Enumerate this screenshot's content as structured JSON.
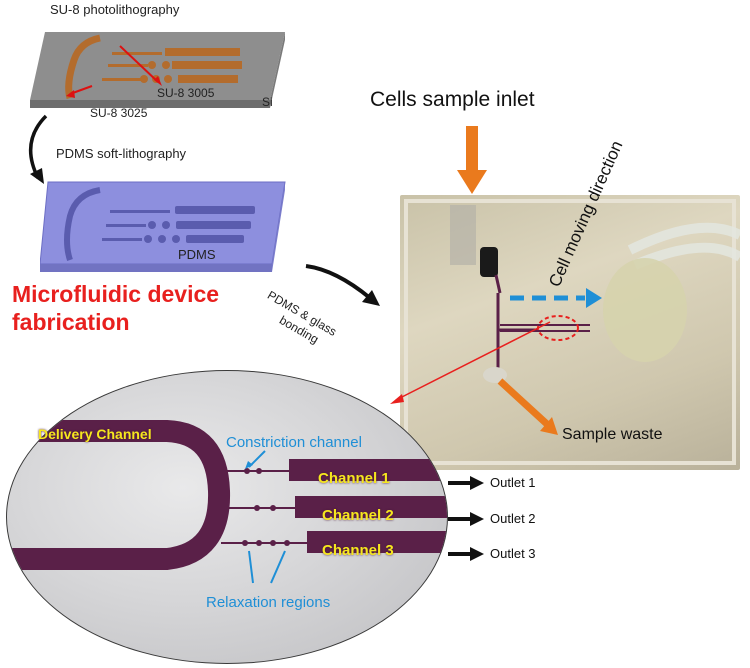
{
  "top_section": {
    "su8_photolithography": "SU-8 photolithography",
    "su8_3005": "SU-8 3005",
    "su8_3025": "SU-8 3025",
    "si": "Si",
    "pdms_soft_lithography": "PDMS soft-lithography",
    "pdms": "PDMS",
    "title_line1": "Microfluidic device",
    "title_line2": "fabrication",
    "bonding_line1": "PDMS & glass",
    "bonding_line2": "bonding"
  },
  "device_photo": {
    "cells_sample_inlet": "Cells sample inlet",
    "cell_moving_direction": "Cell moving direction",
    "sample_waste": "Sample waste"
  },
  "micro_view": {
    "delivery_channel": "Delivery Channel",
    "constriction_channel": "Constriction channel",
    "channel_1": "Channel 1",
    "channel_2": "Channel 2",
    "channel_3": "Channel 3",
    "outlet_1": "Outlet 1",
    "outlet_2": "Outlet 2",
    "outlet_3": "Outlet 3",
    "relaxation_regions": "Relaxation regions"
  },
  "colors": {
    "arrow_orange": "#ea7a1d",
    "accent_red": "#e8201e",
    "label_blue": "#1f8fd6",
    "label_yellow": "#f6e71e",
    "channel_purple": "#5a2048"
  }
}
